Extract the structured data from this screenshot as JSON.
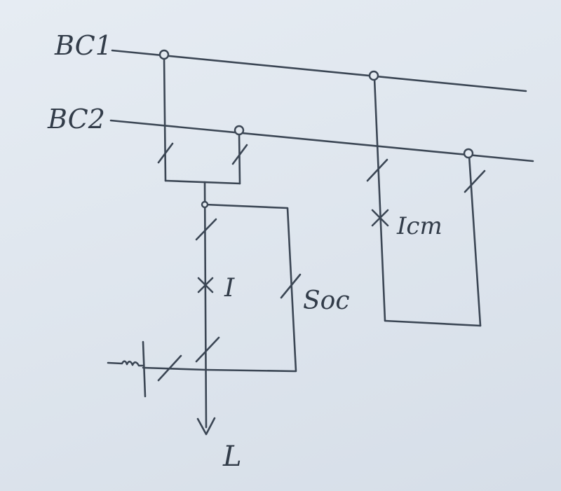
{
  "diagram": {
    "busbars": [
      {
        "id": "bc1",
        "label": "BC1"
      },
      {
        "id": "bc2",
        "label": "BC2"
      }
    ],
    "feeder": {
      "breaker_label": "I",
      "bypass_label": "Soc",
      "load_label": "L"
    },
    "coupler": {
      "breaker_label": "Icт"
    },
    "colors": {
      "ink": "#3b4654",
      "paper": "#e3e9f0"
    }
  }
}
